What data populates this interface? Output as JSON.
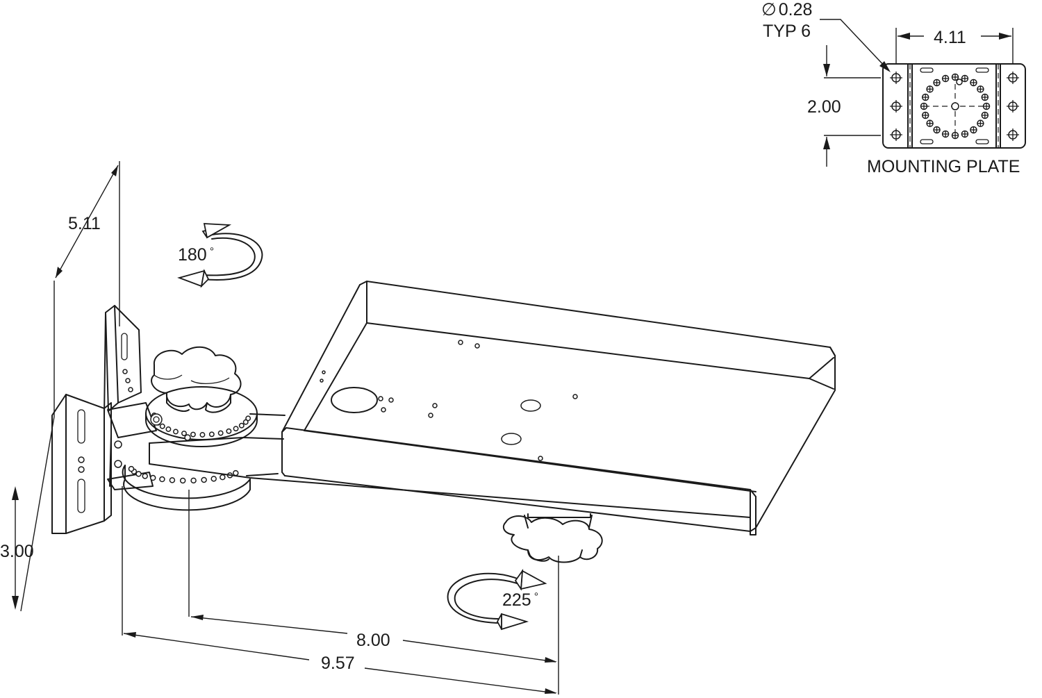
{
  "dimensions": {
    "height_overall": "5.11",
    "height_bracket": "3.00",
    "arm_length": "8.00",
    "overall_length": "9.57",
    "plate_width": "4.11",
    "plate_hole_spacing": "2.00",
    "hole_diameter": "0.28",
    "hole_qty": "TYP 6"
  },
  "rotation": {
    "upper": "180",
    "lower": "225",
    "degree_symbol": "°"
  },
  "mounting_plate": {
    "title": "MOUNTING PLATE",
    "diameter_symbol": "∅"
  }
}
